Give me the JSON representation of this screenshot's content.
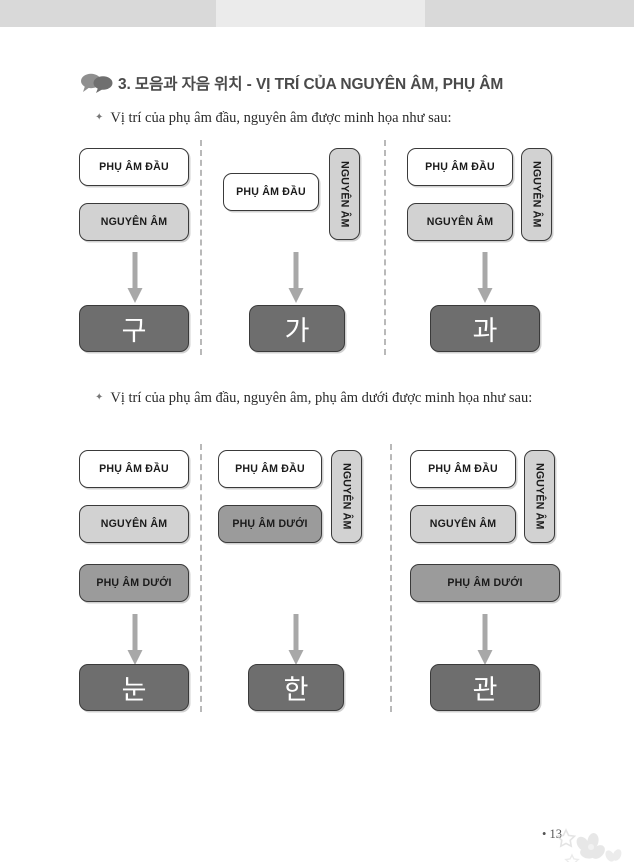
{
  "page": {
    "number_label": "• 13",
    "header_icon": "speech-bubbles-icon",
    "footer_decoration": "flower-blossom-decoration"
  },
  "title": {
    "number": "3.",
    "korean": "모음과 자음 위치",
    "separator": "-",
    "vietnamese": "VỊ TRÍ CỦA NGUYÊN ÂM, PHỤ ÂM",
    "full": "3. 모음과 자음 위치 - VỊ TRÍ CỦA NGUYÊN ÂM, PHỤ ÂM"
  },
  "bullets": [
    {
      "marker": "✦",
      "text": "Vị trí của phụ âm đầu, nguyên âm được minh họa như sau:"
    },
    {
      "marker": "✦",
      "text": "Vị trí của phụ âm đầu, nguyên âm, phụ âm dưới được minh họa như sau:"
    }
  ],
  "labels": {
    "initial_consonant": "PHỤ ÂM ĐẦU",
    "vowel": "NGUYÊN ÂM",
    "final_consonant": "PHỤ ÂM DƯỚI"
  },
  "colors": {
    "white_box": "#ffffff",
    "light_gray_box": "#d2d2d2",
    "mid_gray_box": "#9b9b9b",
    "dark_gray_box": "#6e6e6e",
    "border": "#3a3a3a",
    "arrow": "#a0a0a0",
    "divider": "#b9b9b9",
    "title_text": "#4a4a4a",
    "band_dark": "#d9d9d9",
    "band_light": "#ebebeb"
  },
  "group1": {
    "col1": {
      "boxes": [
        {
          "label": "PHỤ ÂM ĐẦU",
          "style": "white",
          "orientation": "horizontal"
        },
        {
          "label": "NGUYÊN ÂM",
          "style": "lightgray",
          "orientation": "horizontal"
        }
      ],
      "result": "구"
    },
    "col2": {
      "boxes": [
        {
          "label": "PHỤ ÂM ĐẦU",
          "style": "white",
          "orientation": "horizontal"
        },
        {
          "label": "NGUYÊN ÂM",
          "style": "lightgray",
          "orientation": "vertical"
        }
      ],
      "result": "가"
    },
    "col3": {
      "boxes": [
        {
          "label": "PHỤ ÂM ĐẦU",
          "style": "white",
          "orientation": "horizontal"
        },
        {
          "label": "NGUYÊN ÂM",
          "style": "lightgray",
          "orientation": "horizontal"
        },
        {
          "label": "NGUYÊN ÂM",
          "style": "lightgray",
          "orientation": "vertical"
        }
      ],
      "result": "과"
    }
  },
  "group2": {
    "col1": {
      "boxes": [
        {
          "label": "PHỤ ÂM ĐẦU",
          "style": "white",
          "orientation": "horizontal"
        },
        {
          "label": "NGUYÊN ÂM",
          "style": "lightgray",
          "orientation": "horizontal"
        },
        {
          "label": "PHỤ ÂM DƯỚI",
          "style": "midgray",
          "orientation": "horizontal"
        }
      ],
      "result": "눈"
    },
    "col2": {
      "boxes": [
        {
          "label": "PHỤ ÂM ĐẦU",
          "style": "white",
          "orientation": "horizontal"
        },
        {
          "label": "PHỤ ÂM DƯỚI",
          "style": "midgray",
          "orientation": "horizontal"
        },
        {
          "label": "NGUYÊN ÂM",
          "style": "lightgray",
          "orientation": "vertical"
        }
      ],
      "result": "한"
    },
    "col3": {
      "boxes": [
        {
          "label": "PHỤ ÂM ĐẦU",
          "style": "white",
          "orientation": "horizontal"
        },
        {
          "label": "NGUYÊN ÂM",
          "style": "lightgray",
          "orientation": "horizontal"
        },
        {
          "label": "NGUYÊN ÂM",
          "style": "lightgray",
          "orientation": "vertical"
        },
        {
          "label": "PHỤ ÂM DƯỚI",
          "style": "midgray",
          "orientation": "horizontal-wide"
        }
      ],
      "result": "관"
    }
  }
}
